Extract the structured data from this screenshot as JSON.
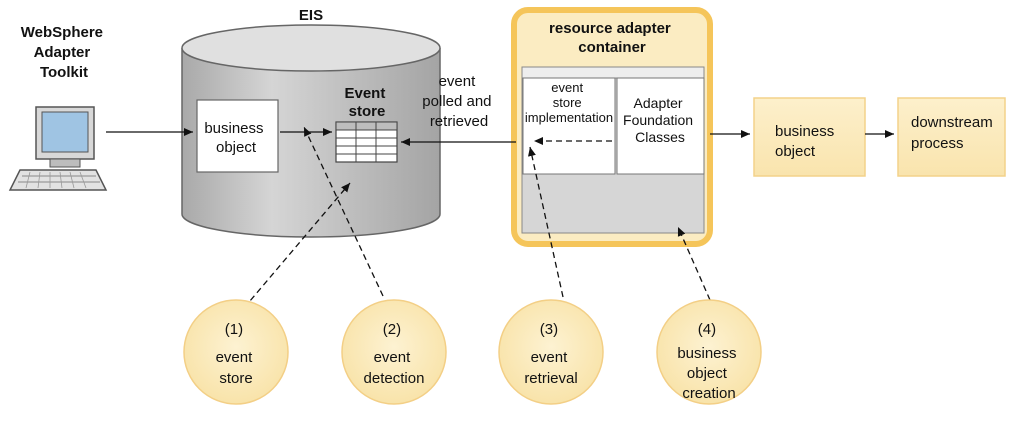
{
  "toolkit": {
    "lines": [
      "WebSphere",
      "Adapter",
      "Toolkit"
    ]
  },
  "eis": {
    "title": "EIS",
    "business_object": [
      "business",
      "object"
    ],
    "event_store": [
      "Event",
      "store"
    ]
  },
  "arrow_label": [
    "event",
    "polled and",
    "retrieved"
  ],
  "container": {
    "title": [
      "resource adapter",
      "container"
    ],
    "event_store_impl": [
      "event",
      "store",
      "implementation"
    ],
    "foundation": [
      "Adapter",
      "Foundation",
      "Classes"
    ]
  },
  "output": {
    "business_object": [
      "business",
      "object"
    ],
    "downstream": [
      "downstream",
      "process"
    ]
  },
  "steps": [
    {
      "num": "(1)",
      "lines": [
        "event",
        "store"
      ]
    },
    {
      "num": "(2)",
      "lines": [
        "event",
        "detection"
      ]
    },
    {
      "num": "(3)",
      "lines": [
        "event",
        "retrieval"
      ]
    },
    {
      "num": "(4)",
      "lines": [
        "business",
        "object",
        "creation"
      ]
    }
  ],
  "colors": {
    "cylinder_fill": "#c9c9c9",
    "cylinder_top": "#d9d9d9",
    "container_border": "#f5c55a",
    "container_fill": "#fbecc2",
    "box_fill": "#fbecc2",
    "box_border": "#f3d28a",
    "circle_fill": "#fbeac0",
    "circle_border": "#f3cf86"
  }
}
